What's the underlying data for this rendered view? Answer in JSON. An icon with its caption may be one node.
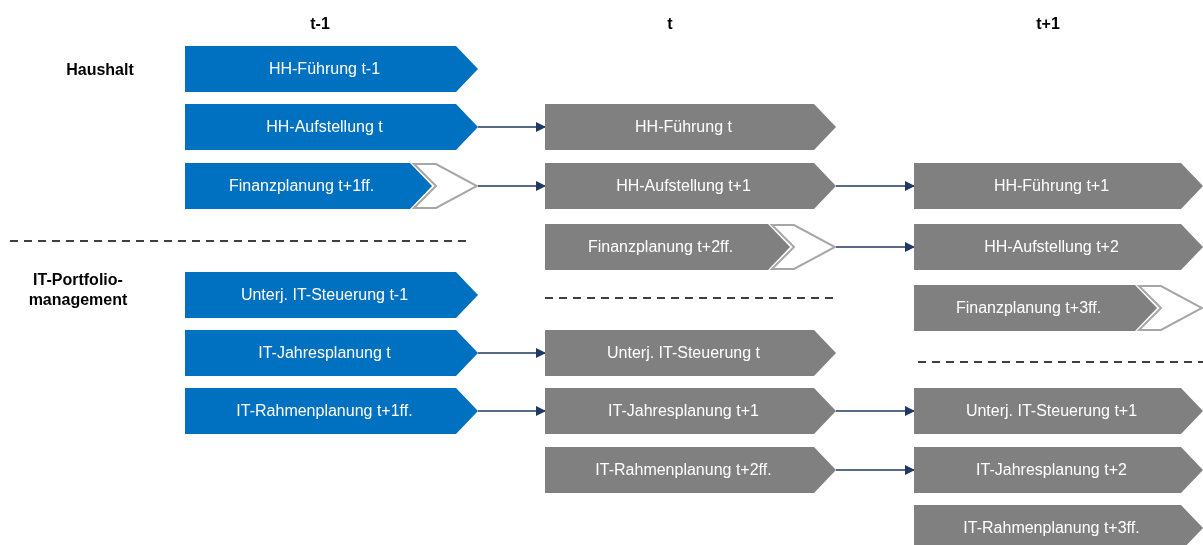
{
  "diagram": {
    "nodes": [
      {
        "text": [
          "HH-Führung t-1"
        ]
      },
      {
        "text": [
          "HH-Aufstellung t"
        ]
      },
      {
        "text": [
          "Finanzplanung t+1ff."
        ]
      },
      {
        "text": [
          "Unterj. IT-Steuerung t-1"
        ]
      },
      {
        "text": [
          "IT-Jahresplanung t"
        ]
      },
      {
        "text": [
          "IT-Rahmenplanung t+1ff."
        ]
      },
      {
        "text": [
          "HH-Führung t"
        ]
      },
      {
        "text": [
          "HH-Aufstellung t+1"
        ]
      },
      {
        "text": [
          "Finanzplanung t+2ff."
        ]
      },
      {
        "text": [
          "Unterj. IT-Steuerung t"
        ]
      },
      {
        "text": [
          "IT-Jahresplanung t+1"
        ]
      },
      {
        "text": [
          "IT-Rahmenplanung t+2ff."
        ]
      },
      {
        "text": [
          "HH-Führung t+1"
        ]
      },
      {
        "text": [
          "HH-Aufstellung t+2"
        ]
      },
      {
        "text": [
          "Finanzplanung t+3ff."
        ]
      },
      {
        "text": [
          "Unterj. IT-Steuerung t+1"
        ]
      },
      {
        "text": [
          "IT-Jahresplanung t+2"
        ]
      },
      {
        "text": [
          "IT-Rahmenplanung t+3ff."
        ]
      }
    ],
    "edges": [
      {
        "from": 1,
        "to": 6,
        "arrow": "to"
      },
      {
        "from": 2,
        "to": 7,
        "arrow": "to"
      },
      {
        "from": 7,
        "to": 12,
        "arrow": "to"
      },
      {
        "from": 8,
        "to": 13,
        "arrow": "to"
      },
      {
        "from": 4,
        "to": 9,
        "arrow": "to"
      },
      {
        "from": 5,
        "to": 10,
        "arrow": "to"
      },
      {
        "from": 10,
        "to": 15,
        "arrow": "to"
      },
      {
        "from": 11,
        "to": 16,
        "arrow": "to"
      }
    ],
    "labels": [
      "t-1",
      "t",
      "t+1",
      "Haushalt",
      "IT-Portfolio-management"
    ]
  }
}
